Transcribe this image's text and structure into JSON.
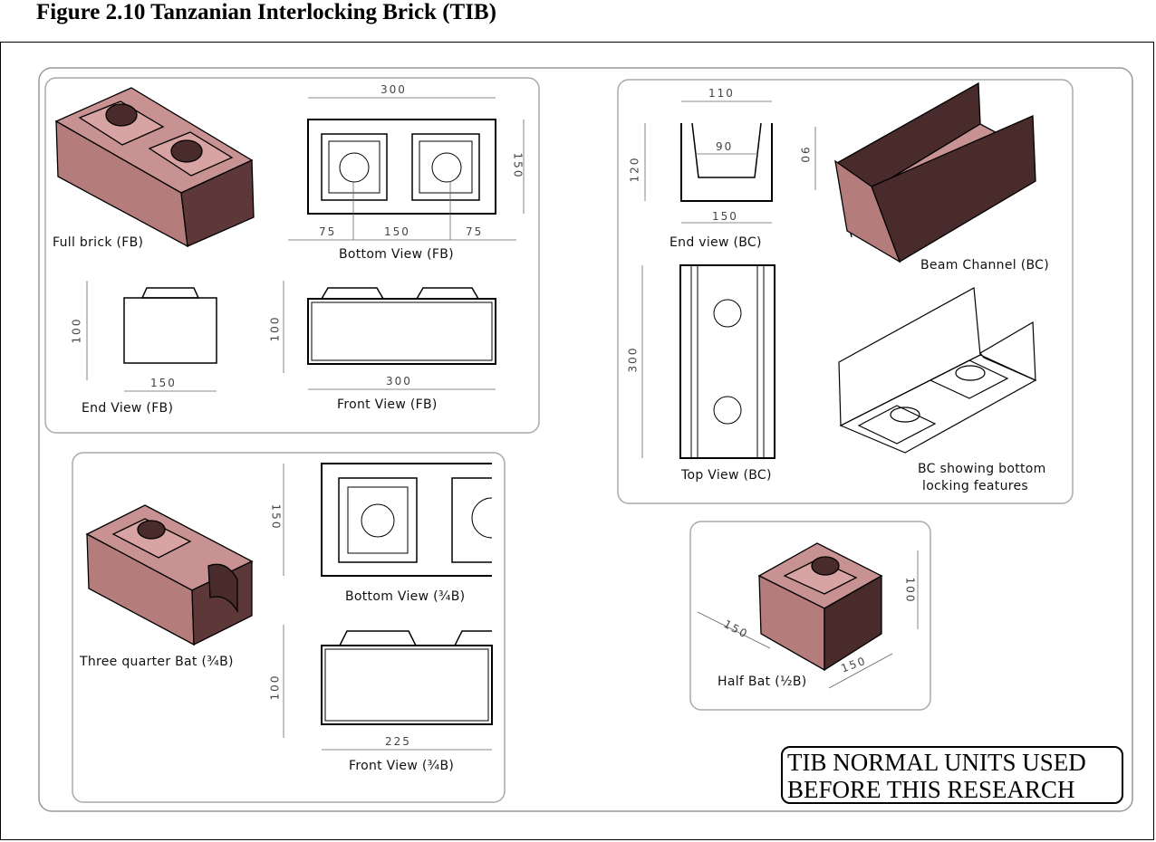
{
  "figure_title": "Figure 2.10 Tanzanian Interlocking Brick (TIB)",
  "labels": {
    "full_brick": "Full brick (FB)",
    "bottom_view_fb": "Bottom View (FB)",
    "end_view_fb": "End View (FB)",
    "front_view_fb": "Front View (FB)",
    "end_view_bc": "End view (BC)",
    "beam_channel": "Beam Channel (BC)",
    "top_view_bc": "Top View (BC)",
    "bc_bottom_line1": "BC showing bottom",
    "bc_bottom_line2": "locking features",
    "three_quarter_bat": "Three quarter Bat (¾B)",
    "bottom_view_tq": "Bottom View (¾B)",
    "front_view_tq": "Front View (¾B)",
    "half_bat": "Half Bat (½B)"
  },
  "dimensions": {
    "fb_bottom_length": "300",
    "fb_bottom_width": "150",
    "fb_bottom_seg1": "75",
    "fb_bottom_seg2": "150",
    "fb_bottom_seg3": "75",
    "fb_end_height": "100",
    "fb_end_width": "150",
    "fb_front_height": "100",
    "fb_front_length": "300",
    "bc_end_top": "110",
    "bc_end_inner": "90",
    "bc_end_height": "120",
    "bc_end_inner_height": "90",
    "bc_end_bottom": "150",
    "bc_top_length": "300",
    "tq_bottom_width": "150",
    "tq_front_height": "100",
    "tq_front_length": "225",
    "hb_length": "150",
    "hb_width": "150",
    "hb_height": "100"
  },
  "stamp": {
    "line1": "TIB NORMAL UNITS USED",
    "line2": "BEFORE THIS RESEARCH"
  },
  "colors": {
    "brick_top": "#c99292",
    "brick_front": "#b57c7c",
    "brick_side": "#5e3838",
    "brick_dark": "#4a2b2b",
    "panel_border": "#aaaaaa"
  }
}
